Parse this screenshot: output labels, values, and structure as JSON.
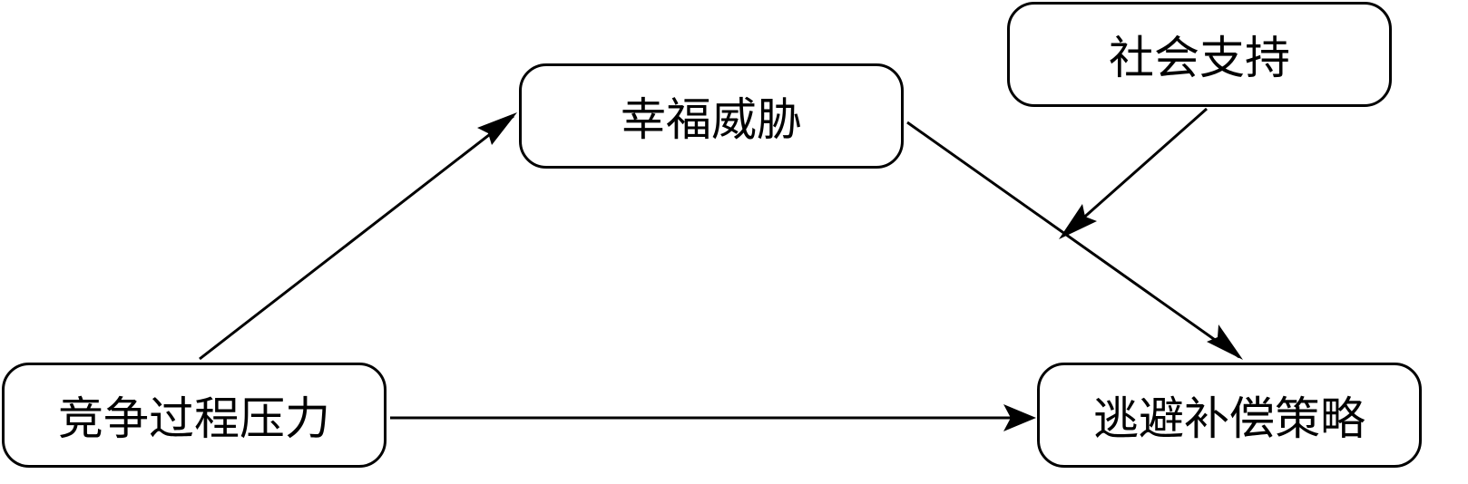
{
  "diagram": {
    "nodes": {
      "happiness_threat": "幸福威胁",
      "social_support": "社会支持",
      "competition_pressure": "竞争过程压力",
      "avoidance_compensation": "逃避补偿策略"
    },
    "edges": [
      {
        "from": "竞争过程压力",
        "to": "幸福威胁"
      },
      {
        "from": "幸福威胁",
        "to": "逃避补偿策略"
      },
      {
        "from": "社会支持",
        "to": "幸福威胁→逃避补偿策略 path"
      },
      {
        "from": "竞争过程压力",
        "to": "逃避补偿策略"
      }
    ]
  }
}
